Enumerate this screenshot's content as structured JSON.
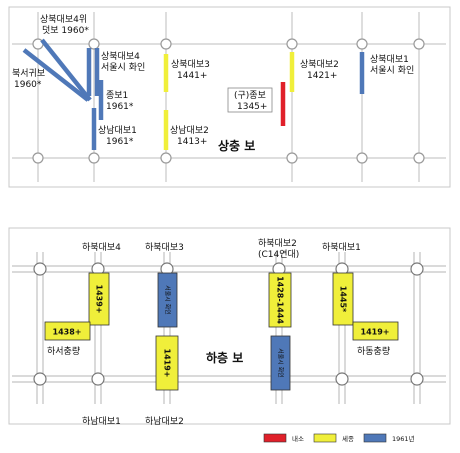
{
  "upper": {
    "title": "상충 보",
    "labels": {
      "sangbuk4wi": [
        "상북대보4위",
        "덧보 1960*"
      ],
      "buksegwibo": [
        "북서귀보",
        "1960*"
      ],
      "sangbuk4": [
        "상북대보4",
        "서울시 화인"
      ],
      "jongbo1": [
        "종보1",
        "1961*"
      ],
      "sangnam1": [
        "상남대보1",
        "1961*"
      ],
      "sangbuk3": [
        "상북대보3",
        "1441+"
      ],
      "sangnam2": [
        "상남대보2",
        "1413+"
      ],
      "gujongbo": [
        "(구)종보",
        "1345+"
      ],
      "sangbuk2": [
        "상북대보2",
        "1421+"
      ],
      "sangbuk1": [
        "상북대보1",
        "서울시 화인"
      ]
    }
  },
  "lower": {
    "title": "하층 보",
    "labels": {
      "habuk4": "하북대보4",
      "habuk3": "하북대보3",
      "habuk2": [
        "하북대보2",
        "(C14연대)"
      ],
      "habuk1": "하북대보1",
      "haseo": "하서충량",
      "hadong": "하동충량",
      "hanam1": "하남대보1",
      "hanam2": "하남대보2"
    },
    "boxes": {
      "b1439": "1439+",
      "b1438": "1438+",
      "bseoul_a": "서울시 화인",
      "b1419a": "1419+",
      "b1428": "1428-1444",
      "bseoul_b": "서울시 화인",
      "b1445": "1445*",
      "b1419b": "1419+"
    }
  },
  "legend": [
    {
      "label": "내소",
      "color": "#e0202a"
    },
    {
      "label": "세종",
      "color": "#f0ef3a"
    },
    {
      "label": "1961년",
      "color": "#4f78b8"
    }
  ],
  "colors": {
    "red": "#e0202a",
    "yellow": "#f0ef3a",
    "blue": "#4f78b8",
    "grid": "#b5b5b5",
    "panel_border": "#c8c8c8"
  }
}
